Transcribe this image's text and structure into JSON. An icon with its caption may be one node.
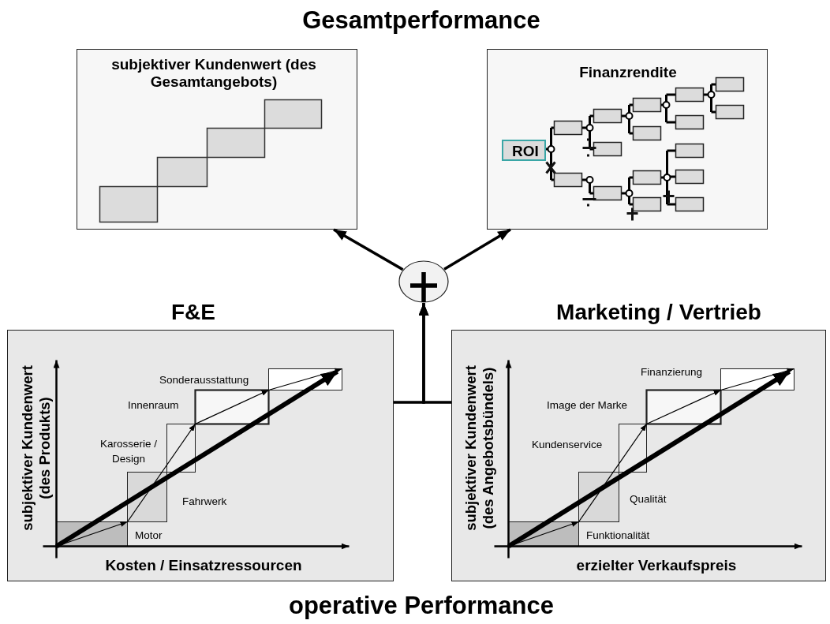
{
  "diagram": {
    "title": "Gesamtperformance",
    "caption": "operative Performance",
    "nodes": [
      {
        "text": [
          "subjektiver Kundenwert (des Gesamtangebots)"
        ]
      },
      {
        "text": [
          "Finanzrendite"
        ]
      },
      {
        "text": [
          "ROI"
        ],
        "in": 1
      },
      {
        "text": [],
        "shape": "circle"
      },
      {
        "text": [
          "F&E",
          "subjektiver Kundenwert (des Produkts)",
          "Kosten / Einsatzressourcen"
        ]
      },
      {
        "text": [
          "Marketing / Vertrieb",
          "subjektiver Kundenwert (des Angebotsbündels)",
          "erzielter Verkaufspreis"
        ]
      }
    ],
    "edges": [
      {
        "from": 3,
        "to": 0,
        "arrow": "to"
      },
      {
        "from": 3,
        "to": 1,
        "arrow": "to"
      },
      {
        "from": 4,
        "to": 3,
        "arrow": "to"
      },
      {
        "from": 5,
        "to": 3,
        "arrow": "to"
      }
    ],
    "labels": [
      "Sonderausstattung",
      "Innenraum",
      "Karosserie / Design",
      "Fahrwerk",
      "Motor",
      "Finanzierung",
      "Image der Marke",
      "Kundenservice",
      "Qualität",
      "Funktionalität"
    ]
  }
}
